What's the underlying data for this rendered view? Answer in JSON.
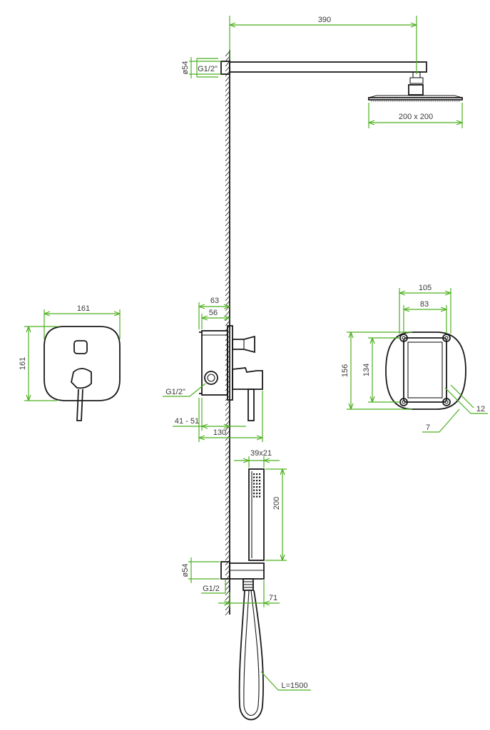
{
  "colors": {
    "dimension": "#4caf1f",
    "outline": "#1a1a1a",
    "text": "#3a3a3a",
    "background": "#ffffff"
  },
  "dims": {
    "arm_length": "390",
    "wall_flange_top": "ø54",
    "thread_top": "G1/2\"",
    "head_size": "200 x 200",
    "mixer_plate_width": "161",
    "mixer_plate_height": "161",
    "box_depth_outer": "63",
    "box_depth_inner": "56",
    "box_thread": "G1/2\"",
    "install_depth": "41 - 51",
    "box_projection": "130",
    "box_width": "105",
    "box_inner_width": "83",
    "box_height": "156",
    "box_inner_height": "134",
    "hole_dia": "12",
    "hole_offset": "7",
    "handshower_section": "39x21",
    "handshower_length": "200",
    "outlet_flange": "ø54",
    "outlet_thread": "G1/2",
    "outlet_projection": "71",
    "hose_length": "L=1500"
  }
}
